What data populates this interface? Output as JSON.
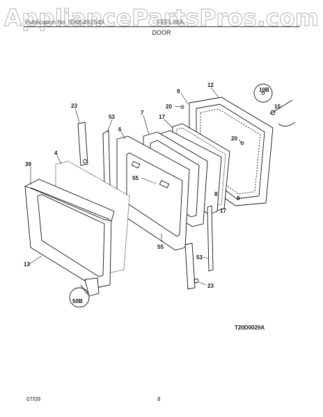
{
  "watermark": "AppliancePartsPros.com",
  "header": {
    "publication_no": "Publication No. 5995492549",
    "model": "FEFL88A",
    "section_title": "DOOR"
  },
  "labels": {
    "l12": "12",
    "l9": "9",
    "l10b": "10B",
    "l10": "10",
    "l20a": "20",
    "l23a": "23",
    "l53a": "53",
    "l7": "7",
    "l17a": "17",
    "l6": "6",
    "l20b": "20",
    "l4": "4",
    "l39": "39",
    "l55a": "55",
    "l8a": "8",
    "l8b": "8",
    "l17b": "17",
    "l55b": "55",
    "l53b": "53",
    "l13": "13",
    "l23b": "23",
    "l50b": "50B"
  },
  "diagram_code": "T20D0029A",
  "footer": {
    "date": "07/09",
    "page": "8"
  }
}
